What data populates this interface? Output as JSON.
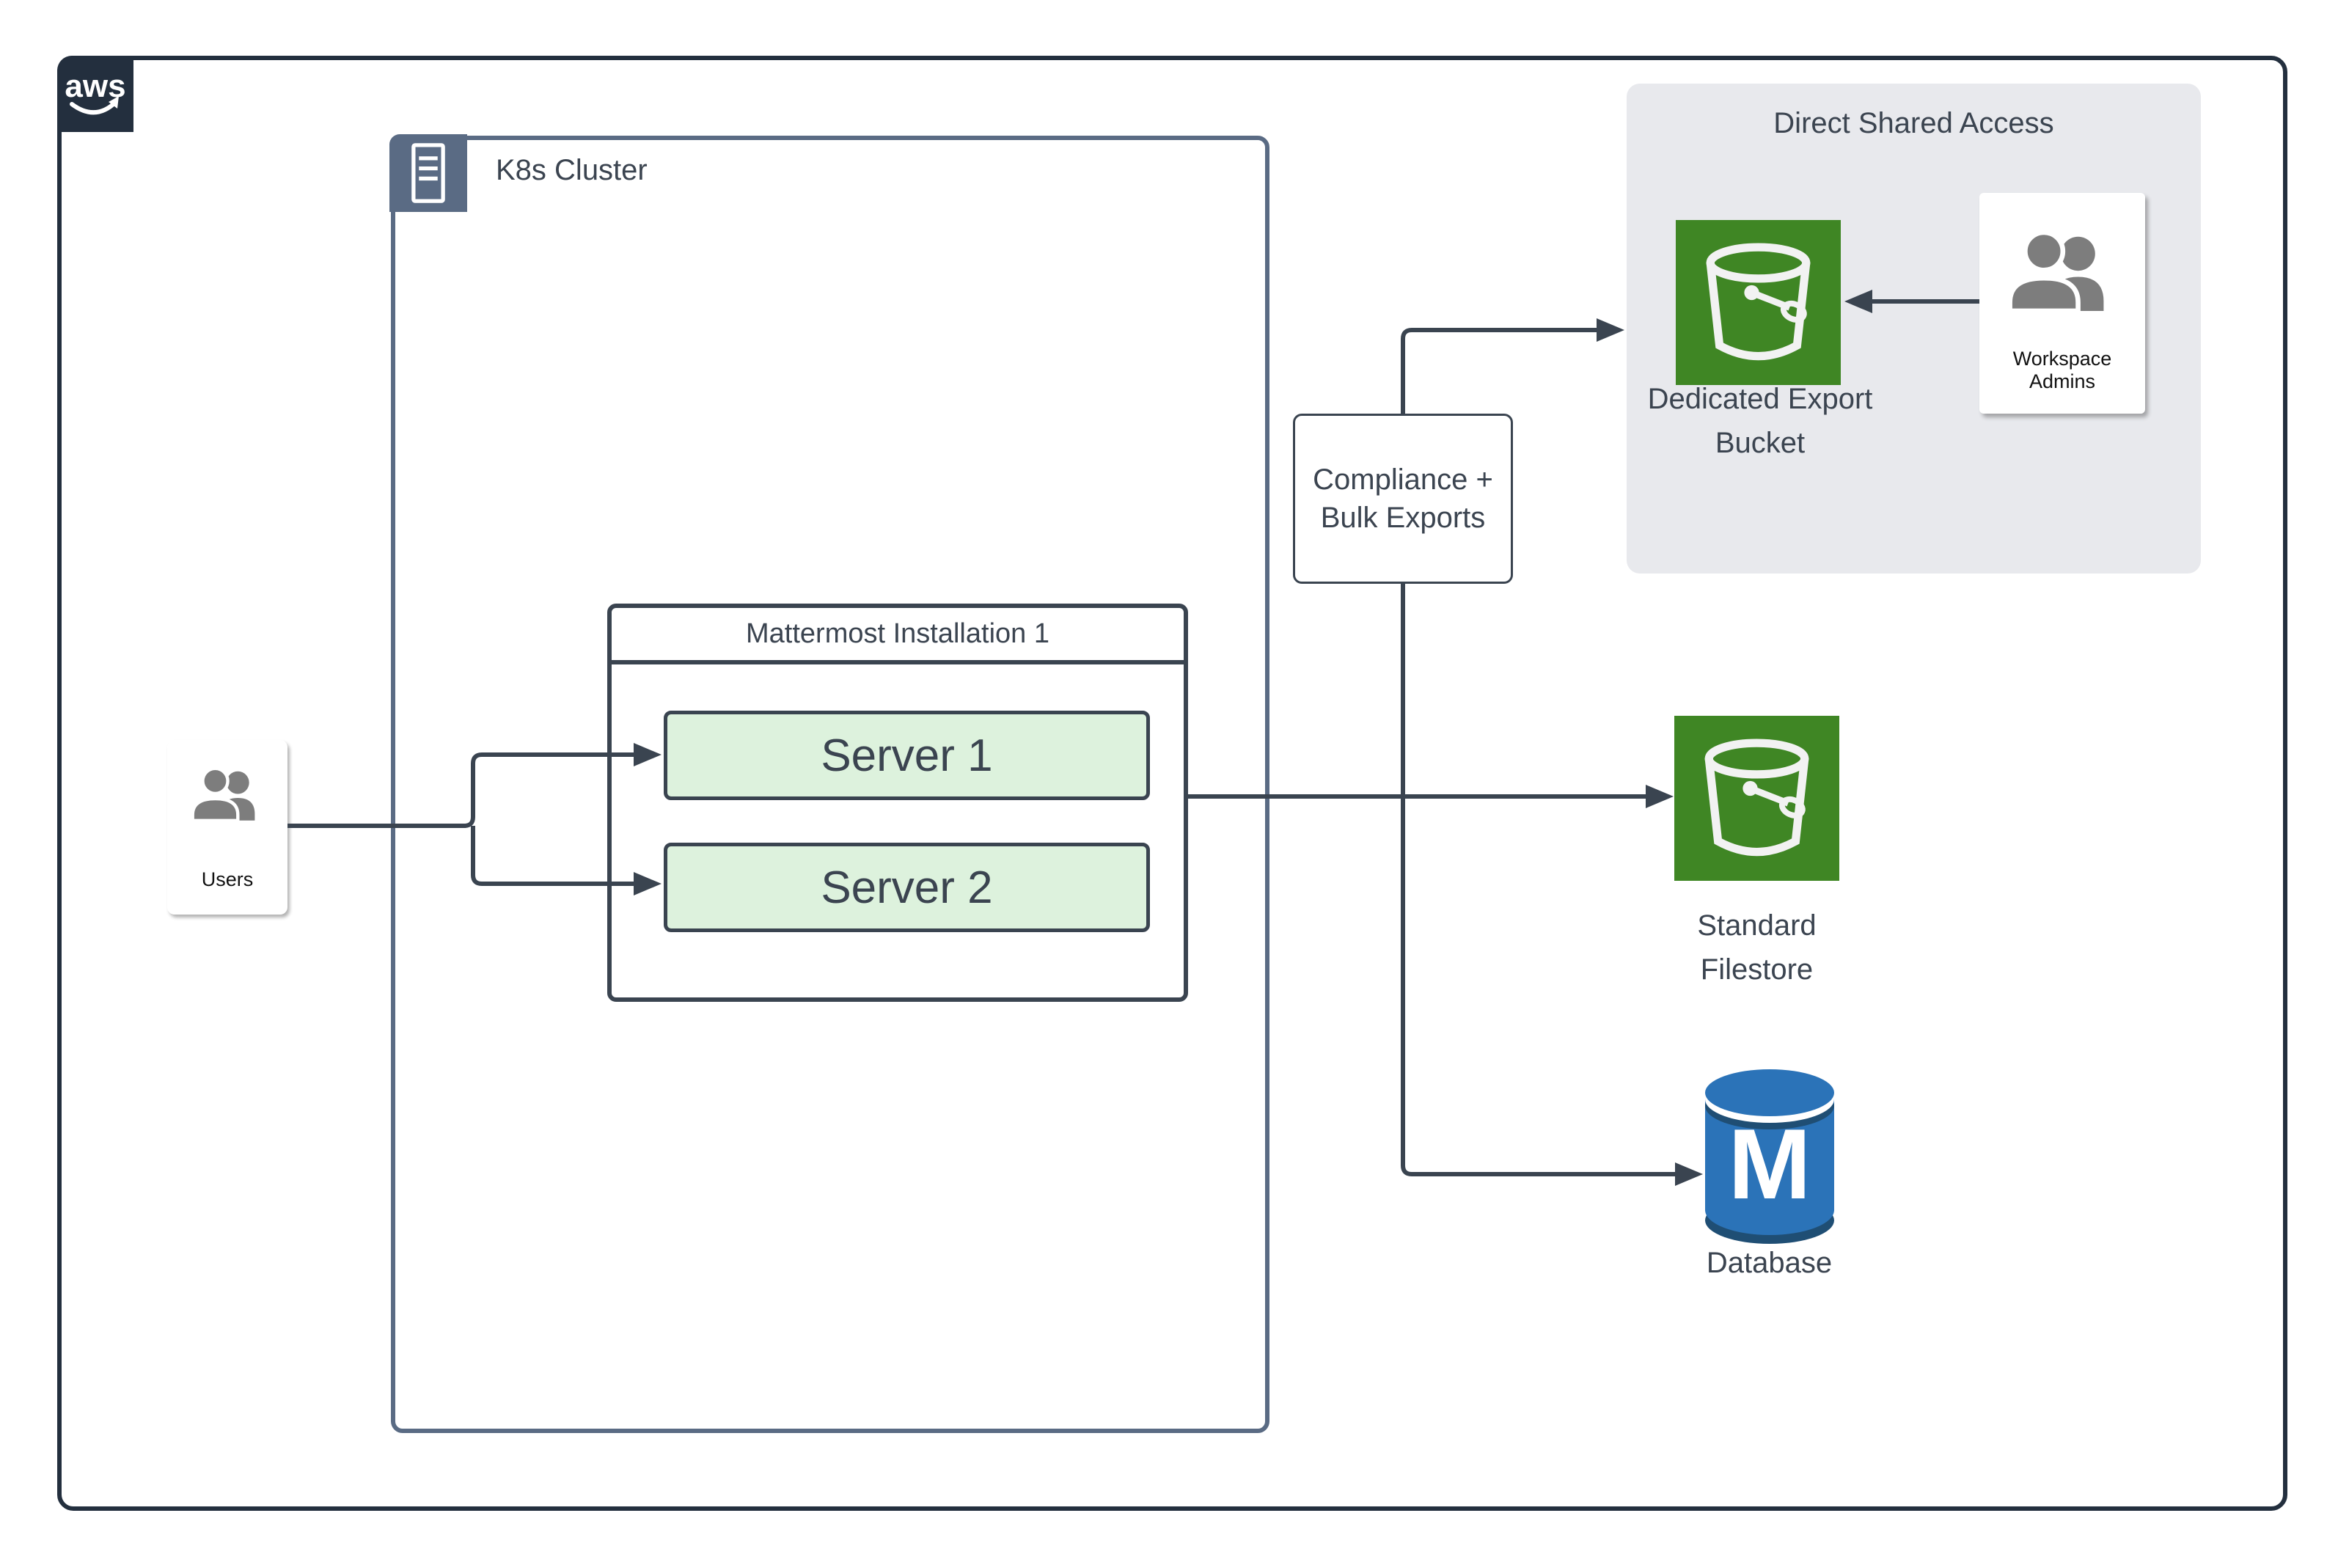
{
  "colors": {
    "frame_navy": "#232f3e",
    "k8s_slate": "#5a6b84",
    "connector_ink": "#3a4450",
    "text_slate": "#3b4450",
    "server_fill": "#ddf2dd",
    "s3_green": "#3f8624",
    "db_blue": "#2b73b8",
    "db_blue_dark": "#1f4e74",
    "panel_gray": "#e8e9ed",
    "icon_gray": "#7d7d7d"
  },
  "aws": {
    "label": "aws"
  },
  "k8s": {
    "label": "K8s Cluster"
  },
  "users": {
    "label": "Users"
  },
  "mattermost": {
    "title": "Mattermost Installation 1",
    "servers": [
      {
        "label": "Server 1"
      },
      {
        "label": "Server 2"
      }
    ]
  },
  "compliance": {
    "line1": "Compliance +",
    "line2": "Bulk Exports"
  },
  "shared_access": {
    "title": "Direct Shared Access",
    "bucket": {
      "line1": "Dedicated Export",
      "line2": "Bucket"
    },
    "admins": {
      "label": "Workspace Admins"
    }
  },
  "filestore": {
    "line1": "Standard",
    "line2": "Filestore"
  },
  "database": {
    "label": "Database",
    "monogram": "M"
  }
}
